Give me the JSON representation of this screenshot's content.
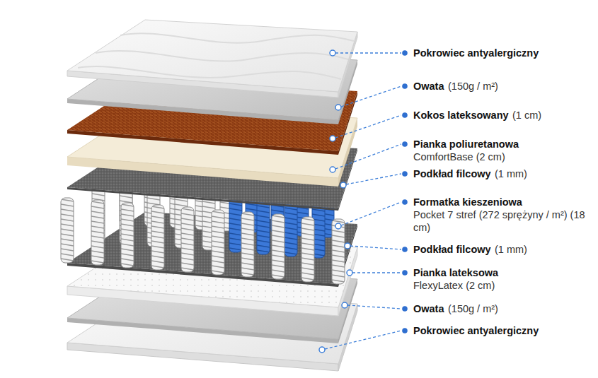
{
  "diagram": {
    "labels": [
      "Pokrowiec antyalergiczny",
      "Owata",
      "(150g / m²)",
      "Kokos lateksowany",
      "(1 cm)",
      "Pianka poliuretanowa",
      "ComfortBase (2 cm)",
      "Podkład filcowy",
      "(1 mm)",
      "Formatka kieszeniowa",
      "Pocket 7 stref (272 sprężyny / m²) (18 cm)",
      "Podkład filcowy",
      "(1 mm)",
      "Pianka lateksowa",
      "FlexyLatex (2 cm)",
      "Owata",
      "(150g / m²)",
      "Pokrowiec antyalergiczny"
    ]
  }
}
